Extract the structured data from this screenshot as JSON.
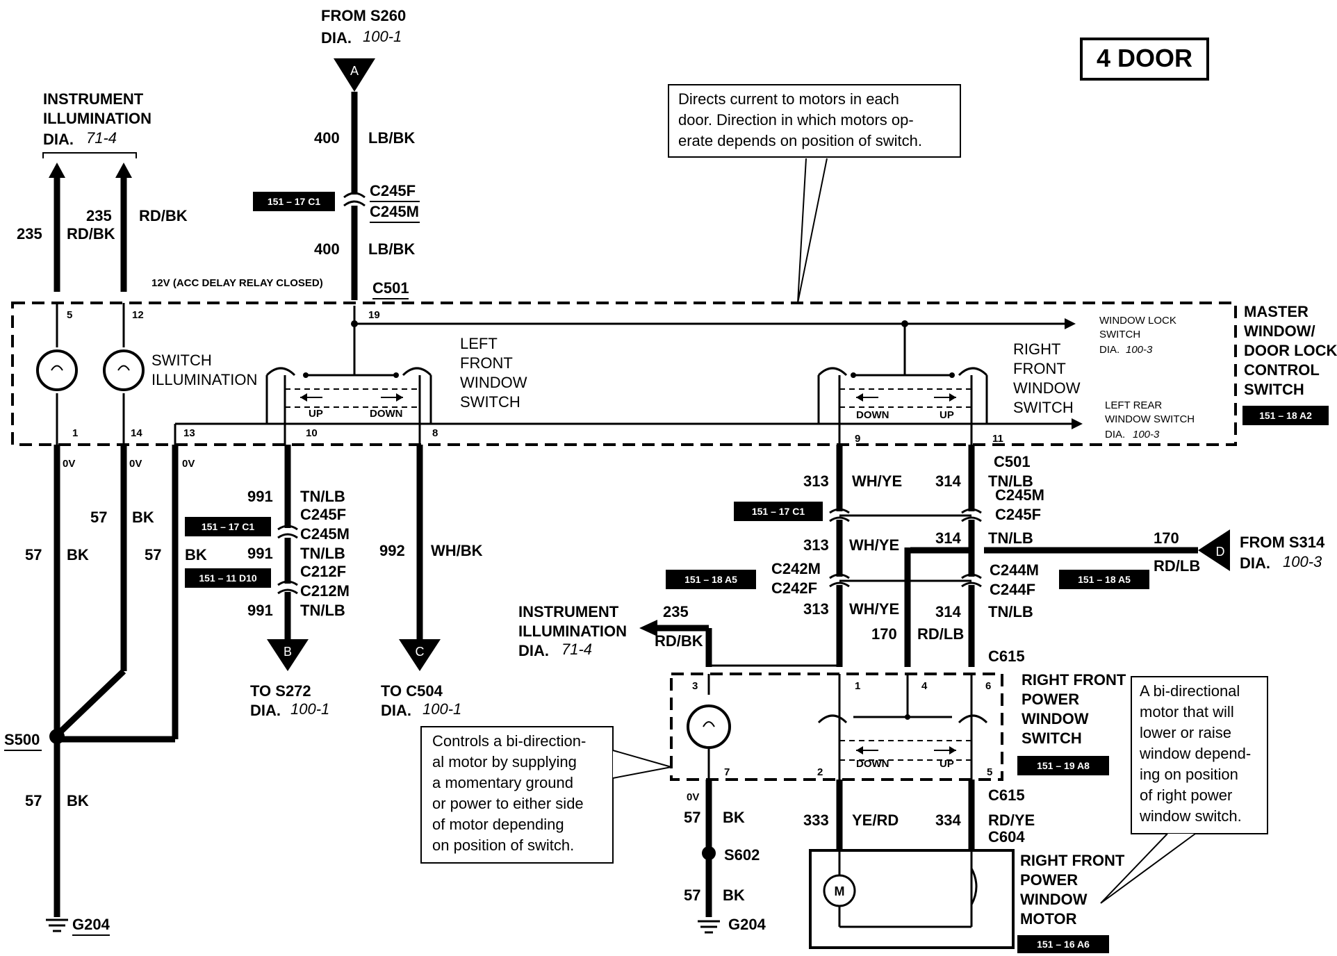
{
  "title_box": "4 DOOR",
  "source_top": {
    "from": "FROM  S260",
    "dia": "DIA.",
    "dia_ref": "100-1",
    "connector_letter": "A"
  },
  "wire_400": {
    "circuit": "400",
    "color": "LB/BK"
  },
  "connectors": {
    "c245f": "C245F",
    "c245m": "C245M",
    "c501": "C501",
    "c212f": "C212F",
    "c212m": "C212M",
    "c242m": "C242M",
    "c242f": "C242F",
    "c244m": "C244M",
    "c244f": "C244F",
    "c615": "C615",
    "c604": "C604"
  },
  "tags": {
    "t1": "151 – 17 C1",
    "t2": "151 – 17 C1",
    "t3": "151 – 11 D10",
    "t4": "151 – 17 C1",
    "t5": "151 – 18 A5",
    "t6": "151 – 18 A5",
    "t7": "151 – 18 A2",
    "t8": "151 – 19 A8",
    "t9": "151 – 16 A6"
  },
  "instrument_illum_top": {
    "line1": "INSTRUMENT",
    "line2": "ILLUMINATION",
    "dia": "DIA.",
    "dia_ref": "71-4"
  },
  "instrument_illum_mid": {
    "line1": "INSTRUMENT",
    "line2": "ILLUMINATION",
    "dia": "DIA.",
    "dia_ref": "71-4"
  },
  "wire_235": {
    "circuit": "235",
    "color": "RD/BK"
  },
  "acc_note": "12V (ACC DELAY RELAY CLOSED)",
  "callout_top": [
    "Directs current to motors in each",
    "door. Direction in which motors op-",
    "erate depends on position of switch."
  ],
  "callout_left": [
    "Controls a bi-direction-",
    "al motor by supplying",
    "a momentary ground",
    "or power to either side",
    "of motor depending",
    "on position of switch."
  ],
  "callout_right": [
    "A bi-directional",
    "motor that will",
    "lower or raise",
    "window depend-",
    "ing on position",
    "of right power",
    "window switch."
  ],
  "master": {
    "l1": "MASTER",
    "l2": "WINDOW/",
    "l3": "DOOR LOCK",
    "l4": "CONTROL",
    "l5": "SWITCH"
  },
  "window_lock": {
    "l1": "WINDOW LOCK",
    "l2": "SWITCH",
    "dia": "DIA.",
    "dia_ref": "100-3"
  },
  "left_rear": {
    "l1": "LEFT REAR",
    "l2": "WINDOW SWITCH",
    "dia": "DIA.",
    "dia_ref": "100-3"
  },
  "switch_illum": {
    "l1": "SWITCH",
    "l2": "ILLUMINATION"
  },
  "left_front_sw": {
    "l1": "LEFT",
    "l2": "FRONT",
    "l3": "WINDOW",
    "l4": "SWITCH"
  },
  "right_front_sw": {
    "l1": "RIGHT",
    "l2": "FRONT",
    "l3": "WINDOW",
    "l4": "SWITCH"
  },
  "up": "UP",
  "down": "DOWN",
  "pins": {
    "p5": "5",
    "p12": "12",
    "p19": "19",
    "p1": "1",
    "p14": "14",
    "p13": "13",
    "p10": "10",
    "p8": "8",
    "p9": "9",
    "p11": "11",
    "r3": "3",
    "r1": "1",
    "r4": "4",
    "r6": "6",
    "r7": "7",
    "r2": "2",
    "r5": "5"
  },
  "ov": "0V",
  "wire_57": {
    "circuit": "57",
    "color": "BK"
  },
  "wire_991": {
    "circuit": "991",
    "color": "TN/LB"
  },
  "wire_992": {
    "circuit": "992",
    "color": "WH/BK"
  },
  "wire_313": {
    "circuit": "313",
    "color": "WH/YE"
  },
  "wire_314": {
    "circuit": "314",
    "color": "TN/LB"
  },
  "wire_170": {
    "circuit": "170",
    "color": "RD/LB"
  },
  "wire_333": {
    "circuit": "333",
    "color": "YE/RD"
  },
  "wire_334": {
    "circuit": "334",
    "color": "RD/YE"
  },
  "to_s272": {
    "letter": "B",
    "to": "TO  S272",
    "dia": "DIA.",
    "dia_ref": "100-1"
  },
  "to_c504": {
    "letter": "C",
    "to": "TO  C504",
    "dia": "DIA.",
    "dia_ref": "100-1"
  },
  "from_s314": {
    "letter": "D",
    "from": "FROM  S314",
    "dia": "DIA.",
    "dia_ref": "100-3"
  },
  "splices": {
    "s500": "S500",
    "s602": "S602"
  },
  "grounds": {
    "g204a": "G204",
    "g204b": "G204"
  },
  "rf_power_switch": {
    "l1": "RIGHT FRONT",
    "l2": "POWER",
    "l3": "WINDOW",
    "l4": "SWITCH"
  },
  "rf_power_motor": {
    "l1": "RIGHT FRONT",
    "l2": "POWER",
    "l3": "WINDOW",
    "l4": "MOTOR"
  },
  "motor_symbol": "M"
}
